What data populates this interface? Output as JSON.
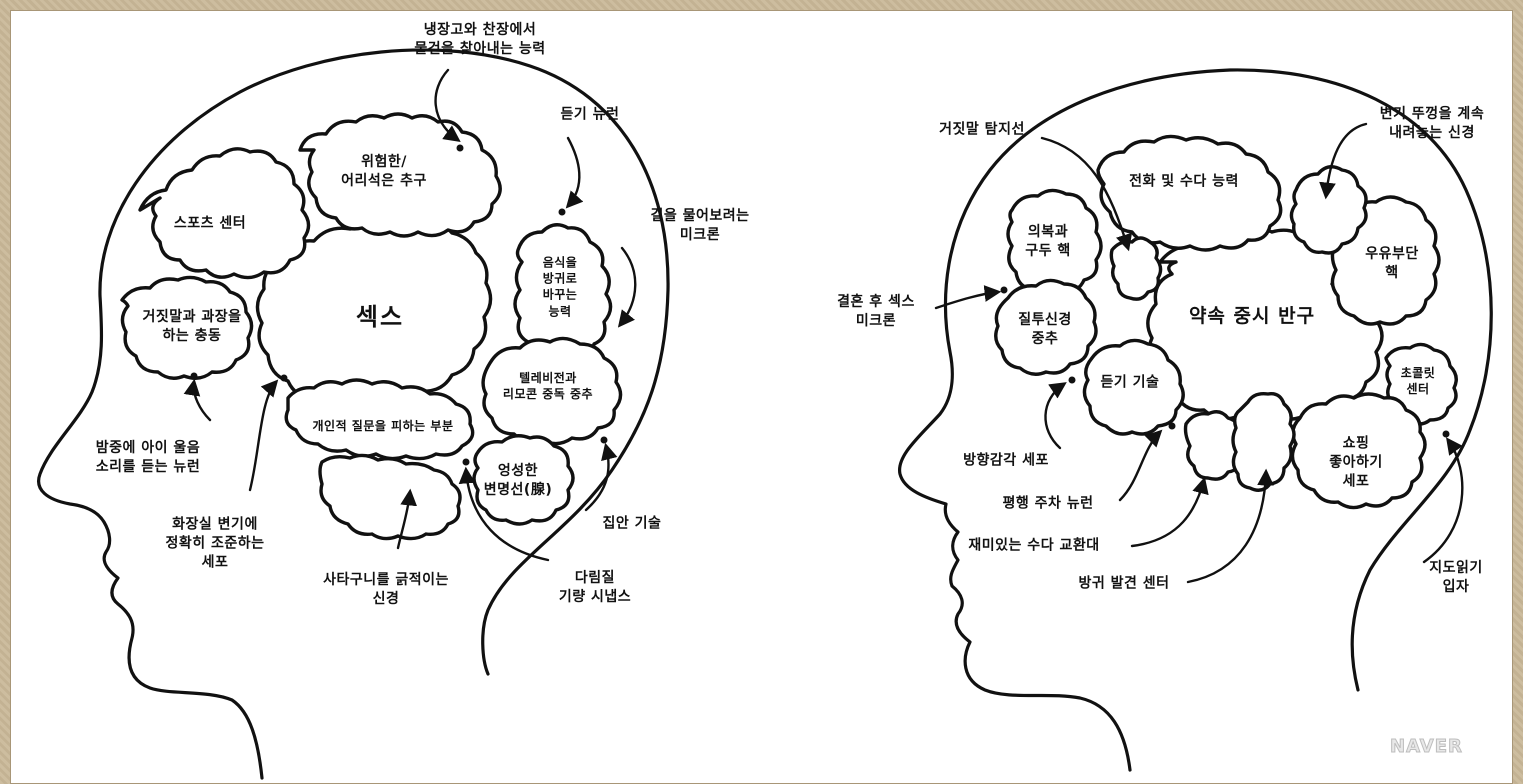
{
  "left_head": {
    "region_labels": {
      "sex": "섹스",
      "sports": "스포츠 센터",
      "danger": "위험한/\n어리석은 추구",
      "lies": "거짓말과 과장을\n하는 충동",
      "food": "음식을\n방귀로\n바꾸는\n능력",
      "tv": "텔레비전과\n리모콘 중독 중추",
      "personal": "개인적 질문을 피하는 부분",
      "gland": "엉성한\n변명선(腺)"
    },
    "callouts": {
      "fridge": "냉장고와 찬장에서\n물건을 찾아내는 능력",
      "hearing": "듣기 뉴런",
      "directions": "길을 물어보려는\n미크론",
      "baby": "밤중에 아이 울음\n소리를 듣는 뉴런",
      "toilet": "화장실 변기에\n정확히 조준하는\n세포",
      "scratch": "사타구니를 긁적이는\n신경",
      "iron": "다림질\n기량 시냅스",
      "home": "집안 기술"
    }
  },
  "right_head": {
    "region_labels": {
      "promise": "약속 중시 반구",
      "phone": "전화 및 수다 능력",
      "clothes": "의복과\n구두 핵",
      "jealous": "질투신경\n중추",
      "listen": "듣기 기술",
      "indecision": "우유부단\n핵",
      "chocolate": "초콜릿\n센터",
      "shopping": "쇼핑\n좋아하기\n세포"
    },
    "callouts": {
      "lie_detector": "거짓말 탐지선",
      "toilet_lid": "변기 뚜껑을 계속\n내려놓는 신경",
      "married": "결혼 후 섹스\n미크론",
      "direction": "방향감각 세포",
      "parking": "평행 주차 뉴런",
      "gossip": "재미있는 수다 교환대",
      "fart": "방귀 발견 센터",
      "map": "지도읽기\n입자"
    }
  },
  "watermark": "NAVER",
  "colors": {
    "frame": "#c9b89a",
    "paper": "#ffffff",
    "ink": "#111111"
  }
}
